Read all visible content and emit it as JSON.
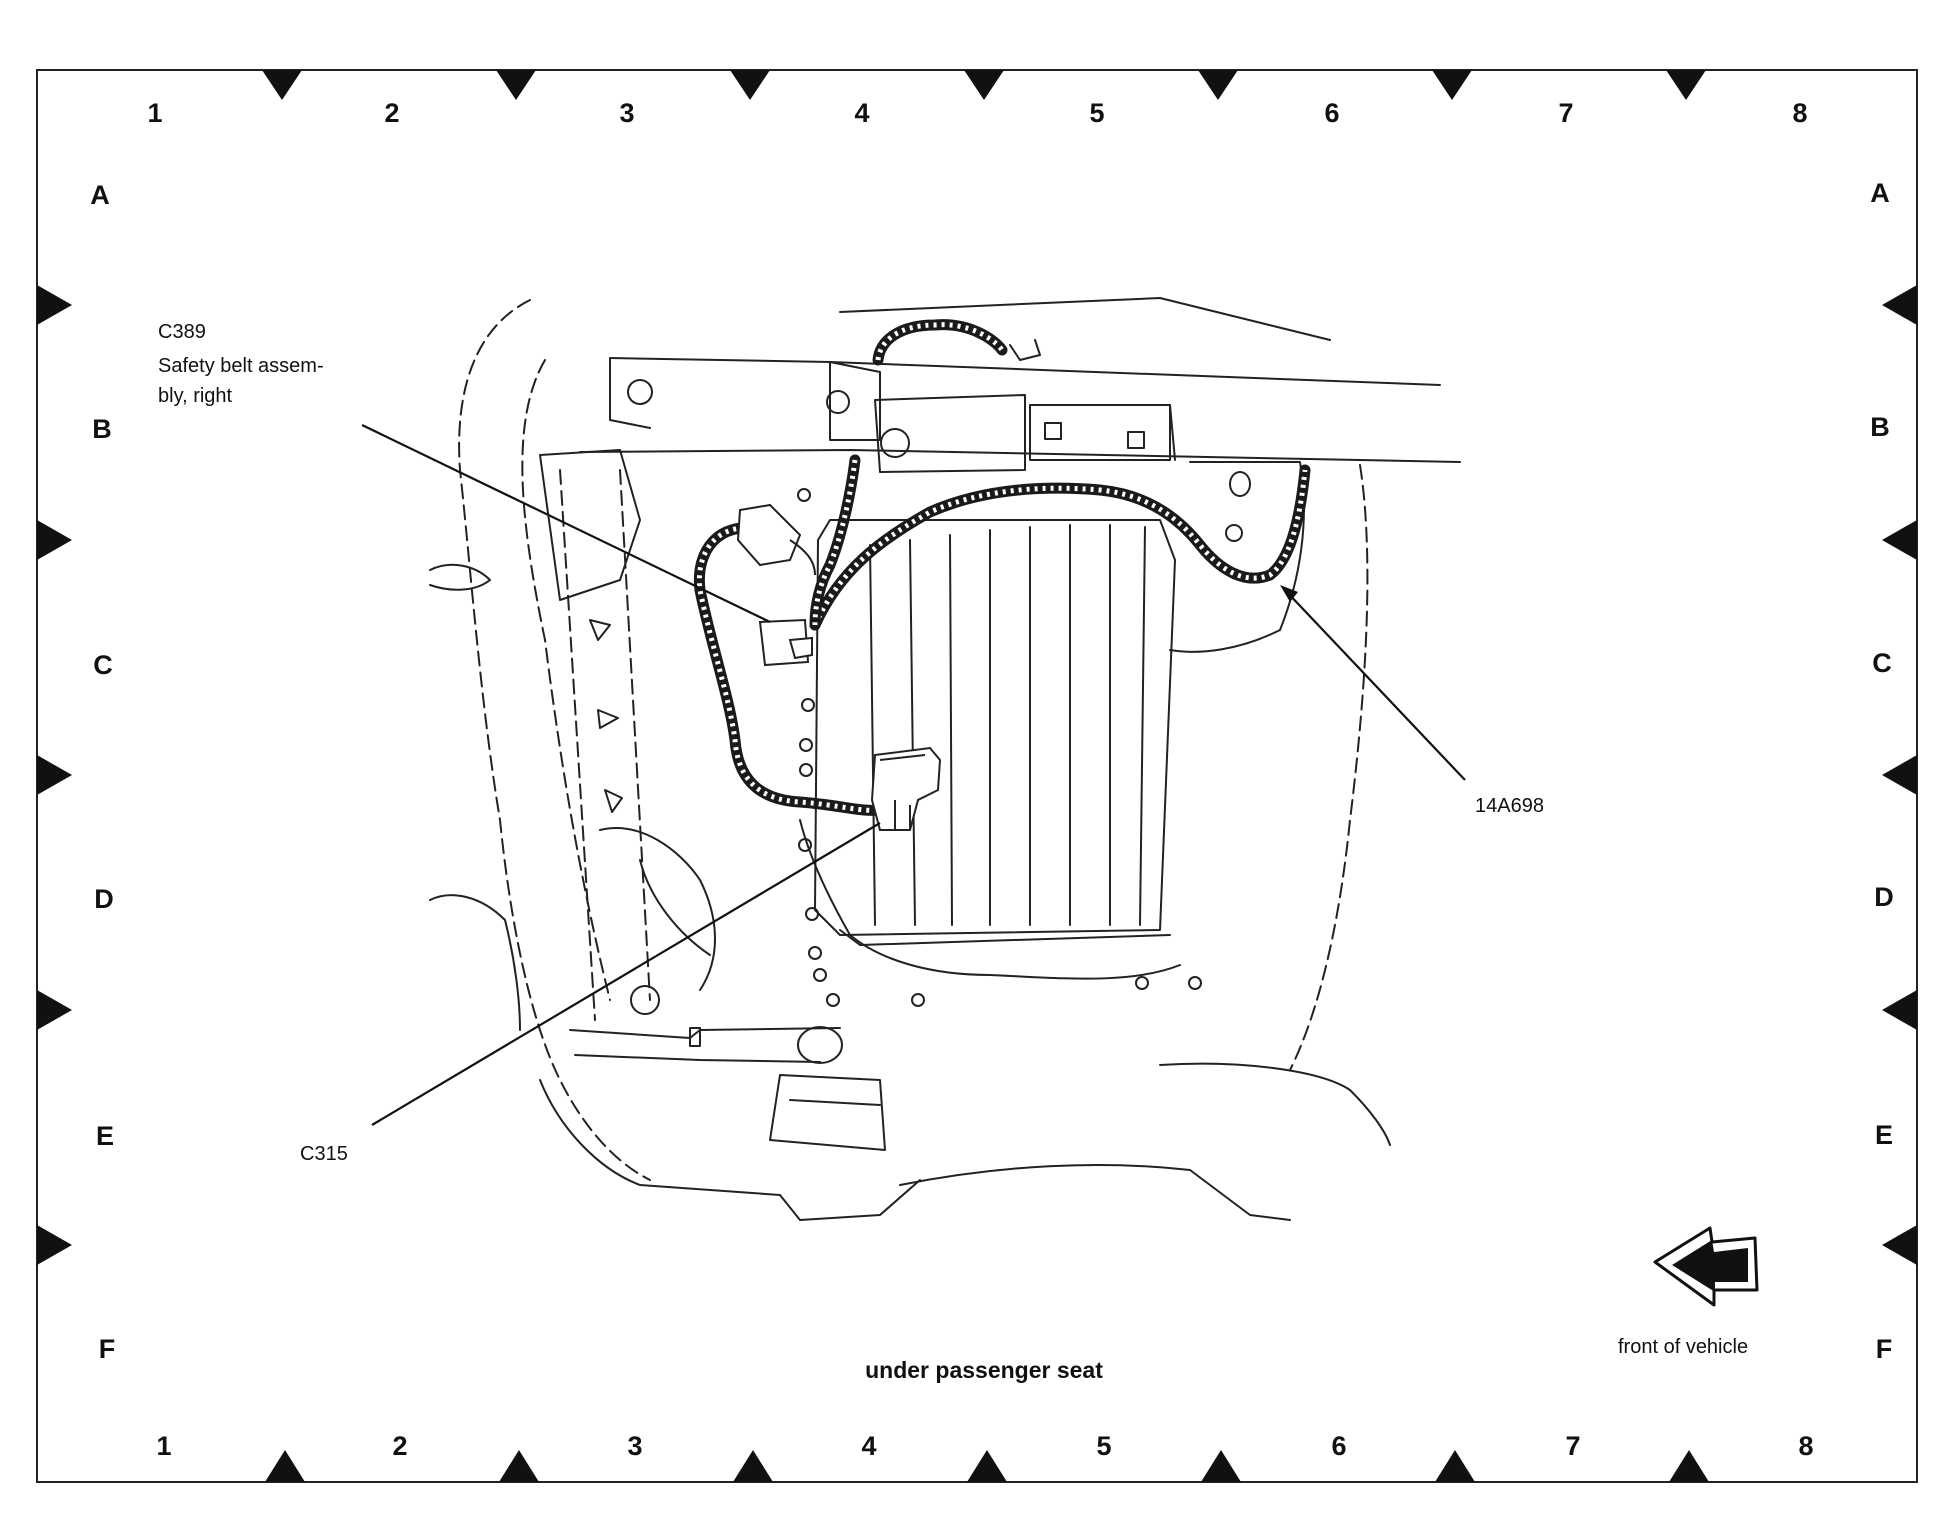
{
  "grid": {
    "columns_top": [
      "1",
      "2",
      "3",
      "4",
      "5",
      "6",
      "7",
      "8"
    ],
    "columns_bottom": [
      "1",
      "2",
      "3",
      "4",
      "5",
      "6",
      "7",
      "8"
    ],
    "rows_left": [
      "A",
      "B",
      "C",
      "D",
      "E",
      "F"
    ],
    "rows_right": [
      "A",
      "B",
      "C",
      "D",
      "E",
      "F"
    ]
  },
  "callouts": {
    "c389_code": "C389",
    "c389_desc_line1": "Safety belt assem-",
    "c389_desc_line2": "bly, right",
    "harness_code": "14A698",
    "c315_code": "C315"
  },
  "caption": "under passenger seat",
  "direction": {
    "label": "front of vehicle",
    "icon": "front-arrow-icon"
  },
  "colors": {
    "ink": "#111111",
    "paper": "#ffffff"
  }
}
